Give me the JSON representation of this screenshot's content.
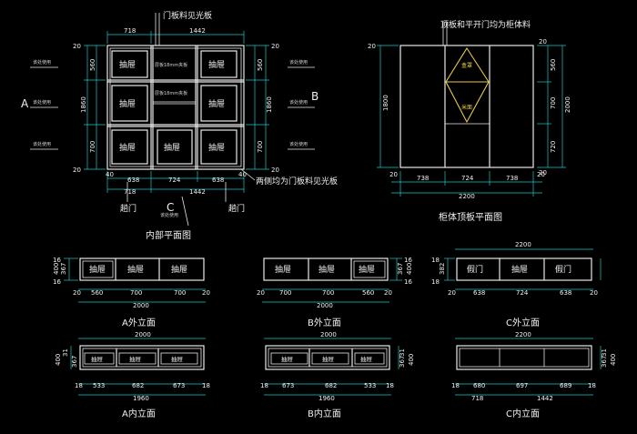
{
  "callouts": {
    "door_panel_note": "门板料见光板",
    "top_panel_note": "顶板和平开门均为柜体料",
    "side_doors_note": "两侧均为门板料见光板",
    "left_door": "趟门",
    "right_door": "趟门"
  },
  "drawer_label": "抽屉",
  "door_label": "假门",
  "interior_labels": {
    "shelf_a": "层板18mm夹板",
    "shelf_b": "层板18mm夹板",
    "diamond_top": "盒罩",
    "diamond_bottom": "米面"
  },
  "view_markers": {
    "a": "A",
    "b": "B",
    "c": "C",
    "note": "该处使用"
  },
  "plan": {
    "title": "内部平面图",
    "top_dims": [
      "718",
      "1442"
    ],
    "bottom_dims_1": [
      "40",
      "638",
      "724",
      "638",
      "40"
    ],
    "bottom_dims_2": [
      "718",
      "1442"
    ],
    "left_dims": [
      "20",
      "560",
      "1860",
      "700",
      "20"
    ],
    "right_dims": [
      "20",
      "560",
      "1860",
      "700",
      "20"
    ]
  },
  "top_view": {
    "title": "柜体顶板平面图",
    "bottom_dims": [
      "20",
      "738",
      "724",
      "738",
      "20"
    ],
    "total": "2200",
    "right_dims": [
      "20",
      "560",
      "700",
      "720",
      "20"
    ],
    "right_total": "2000",
    "left_dim": "1800"
  },
  "elevations": {
    "a_out": {
      "title": "A外立面",
      "dims": [
        "20",
        "560",
        "700",
        "700",
        "20"
      ],
      "total": "2000",
      "side": [
        "16",
        "367",
        "16"
      ],
      "side_total": "400"
    },
    "b_out": {
      "title": "B外立面",
      "dims": [
        "20",
        "700",
        "700",
        "560",
        "20"
      ],
      "total": "2000",
      "side": [
        "16",
        "367",
        "16"
      ],
      "side_total": "400"
    },
    "c_out": {
      "title": "C外立面",
      "dims": [
        "20",
        "638",
        "724",
        "638",
        "20"
      ],
      "top": "2200",
      "side": [
        "18",
        "382",
        "18"
      ]
    },
    "a_in": {
      "title": "A内立面",
      "dims": [
        "18",
        "533",
        "682",
        "673",
        "18"
      ],
      "top": "2000",
      "bottom": "1960",
      "side": [
        "31",
        "367"
      ],
      "side_total": "400"
    },
    "b_in": {
      "title": "B内立面",
      "dims": [
        "18",
        "673",
        "682",
        "533",
        "18"
      ],
      "top": "2000",
      "bottom": "1960",
      "side": [
        "31",
        "367"
      ],
      "side_total": "400"
    },
    "c_in": {
      "title": "C内立面",
      "dims": [
        "18",
        "680",
        "697",
        "689",
        "18"
      ],
      "top": "2200",
      "bottom_1": "718",
      "bottom_2": "1442",
      "side": [
        "31",
        "367"
      ],
      "side_total": "400"
    }
  }
}
